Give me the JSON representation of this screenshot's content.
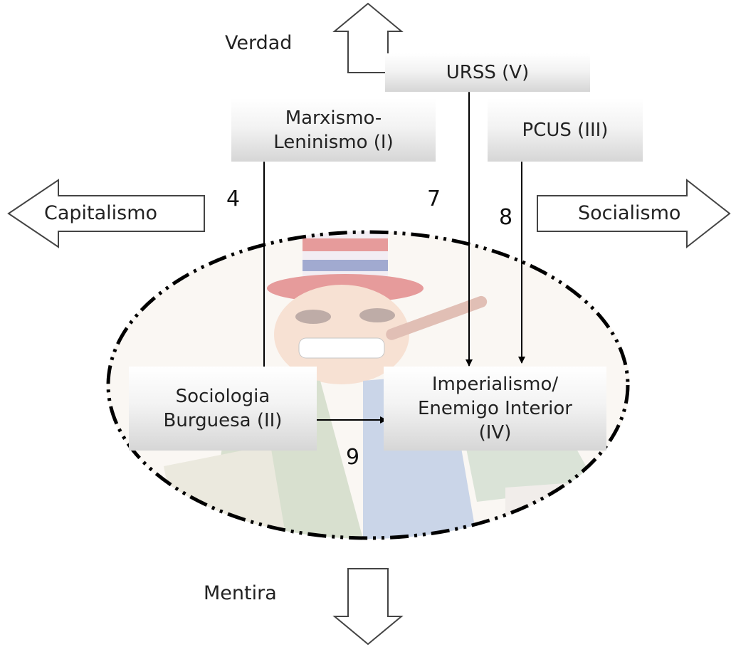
{
  "directions": {
    "up": "Verdad",
    "down": "Mentira",
    "left": "Capitalismo",
    "right": "Socialismo"
  },
  "boxes": {
    "urss": "URSS (V)",
    "marxismo": "Marxismo-\nLeninismo (I)",
    "pcus": "PCUS (III)",
    "sociologia": "Sociologia\nBurguesa (II)",
    "imperialismo": "Imperialismo/\nEnemigo Interior\n(IV)"
  },
  "relations": {
    "r4": "4",
    "r7": "7",
    "r8": "8",
    "r9": "9"
  },
  "colors": {
    "line": "#000000",
    "box_bottom": "#d6d6d6",
    "illustration_hat_red": "#d24a4a",
    "illustration_hat_blue": "#5566aa",
    "illustration_skin": "#f1c9b0"
  }
}
